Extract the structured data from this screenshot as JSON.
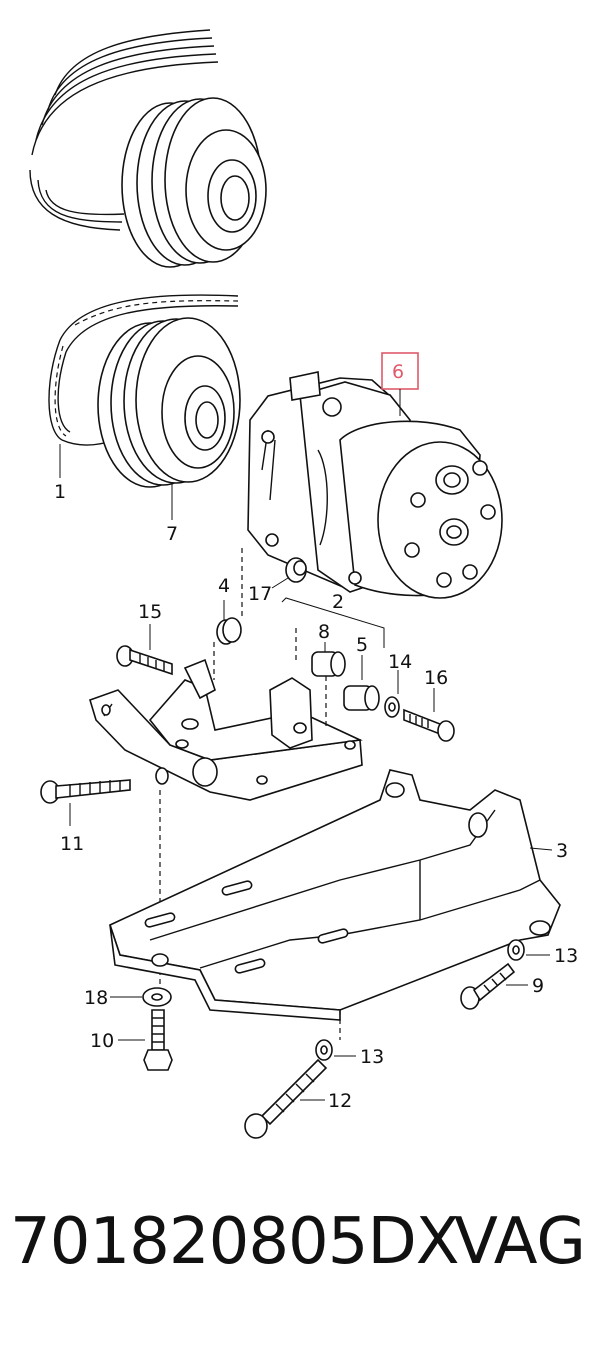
{
  "diagram": {
    "highlight_color": "#e05a6a",
    "callouts": {
      "c1": "1",
      "c2": "2",
      "c3": "3",
      "c4": "4",
      "c5": "5",
      "c6": "6",
      "c7": "7",
      "c8": "8",
      "c9": "9",
      "c10": "10",
      "c11": "11",
      "c12": "12",
      "c13a": "13",
      "c13b": "13",
      "c14": "14",
      "c15": "15",
      "c16": "16",
      "c17": "17",
      "c18": "18"
    },
    "highlighted_callout": "6"
  },
  "footer": {
    "part_number": "701820805DX",
    "brand": "VAG"
  }
}
